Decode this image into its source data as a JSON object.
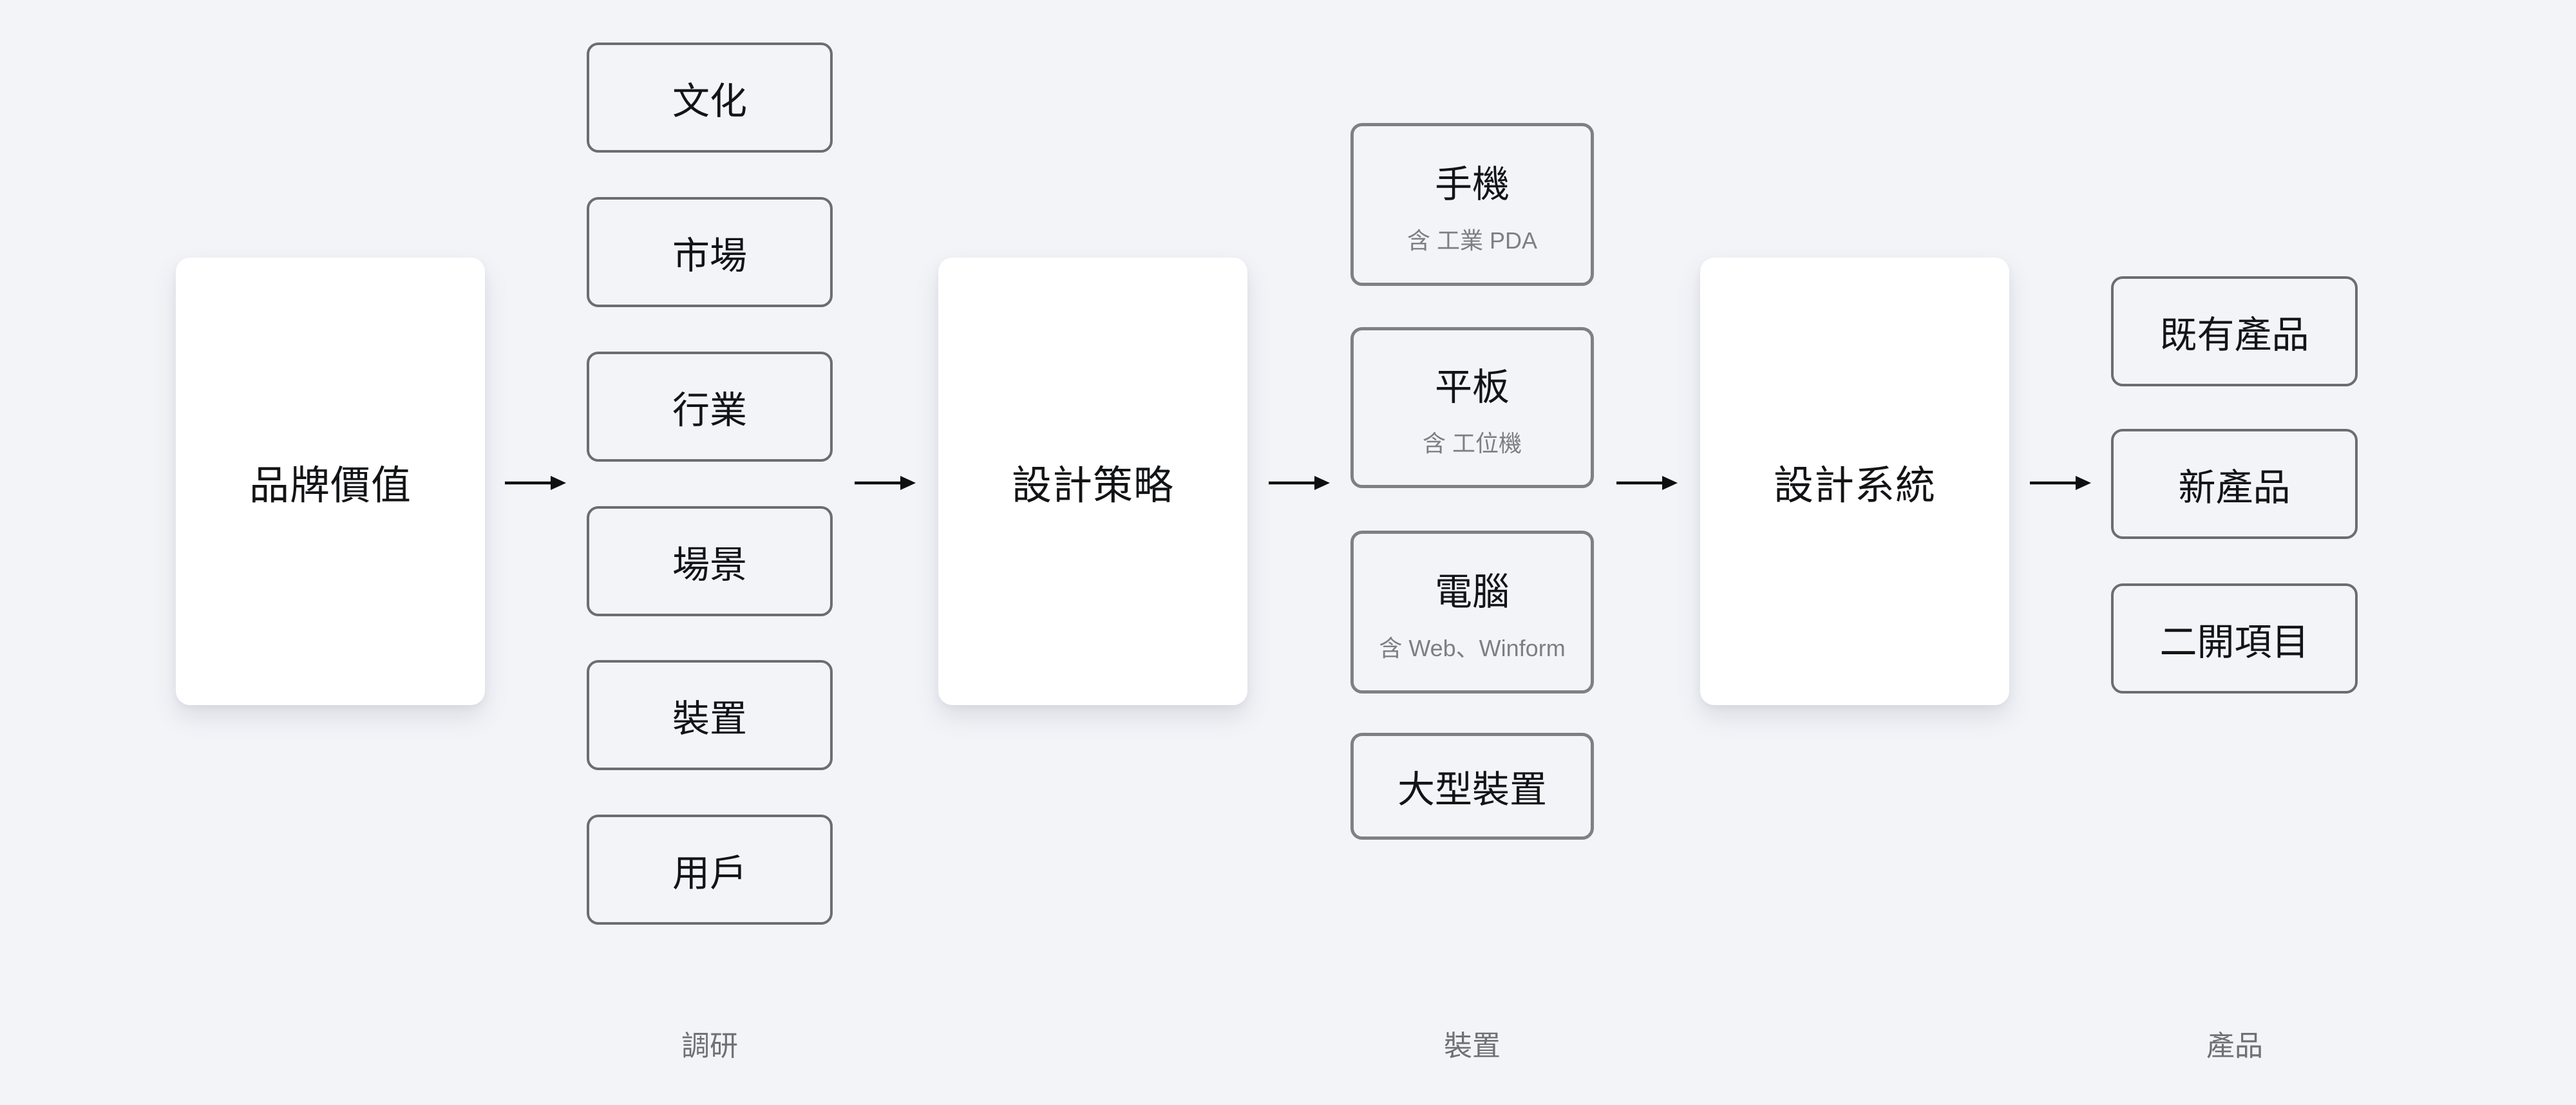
{
  "diagram": {
    "stages": {
      "brand_value": {
        "label": "品牌價值"
      },
      "design_strategy": {
        "label": "設計策略"
      },
      "design_system": {
        "label": "設計系統"
      }
    },
    "research_items": [
      {
        "label": "文化"
      },
      {
        "label": "市場"
      },
      {
        "label": "行業"
      },
      {
        "label": "場景"
      },
      {
        "label": "裝置"
      },
      {
        "label": "用戶"
      }
    ],
    "device_items": [
      {
        "label": "手機",
        "sublabel": "含 工業 PDA"
      },
      {
        "label": "平板",
        "sublabel": "含 工位機"
      },
      {
        "label": "電腦",
        "sublabel": "含 Web、Winform"
      },
      {
        "label": "大型裝置"
      }
    ],
    "product_items": [
      {
        "label": "既有產品"
      },
      {
        "label": "新產品"
      },
      {
        "label": "二開項目"
      }
    ],
    "column_captions": {
      "research": "調研",
      "devices": "裝置",
      "products": "產品"
    },
    "colors": {
      "background": "#f3f4f8",
      "card_background": "#ffffff",
      "node_border": "#6b6e71",
      "device_node_border": "#7e8184",
      "label_text": "#131416",
      "sublabel_text": "#7c7f83",
      "caption_text": "#6d7176",
      "arrow": "#0e0f10"
    }
  }
}
